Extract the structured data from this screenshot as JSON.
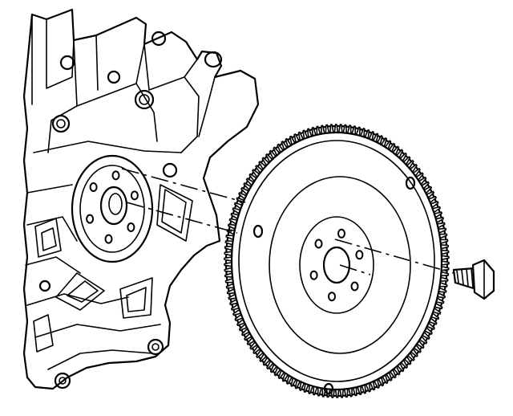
{
  "illustration": {
    "subject": "",
    "colors": {
      "ink": "#000000",
      "paper": "#ffffff"
    },
    "flywheel": {
      "ring_gear_teeth": 150,
      "bolt_holes": 6
    },
    "engine_block": {
      "crank_flange_holes": 6
    },
    "bolt": {
      "count": 1
    }
  }
}
